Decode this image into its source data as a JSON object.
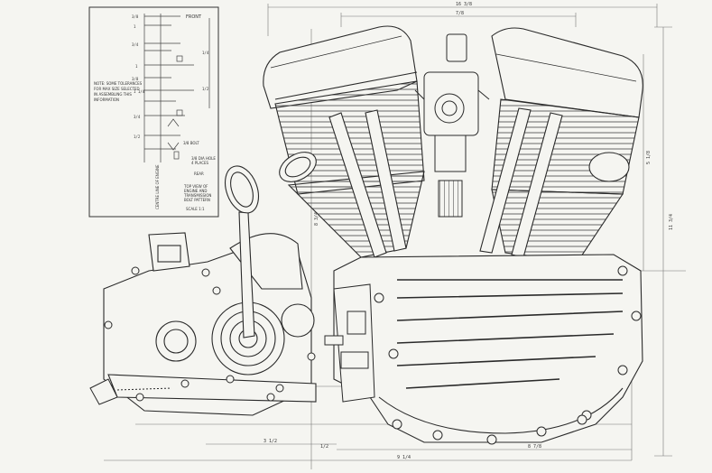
{
  "notes_box": {
    "heading": "FRONT",
    "note_text": [
      "NOTE: SOME TOLERANCES",
      "FOR MAX SIZE SELECTED",
      "IN ASSEMBLING THIS",
      "INFORMATION"
    ],
    "centerline_label": "CENTRE LINE OF ENGINE",
    "view_text": [
      "TOP VIEW OF",
      "ENGINE AND",
      "TRANSMISSION",
      "BOLT PATTERN"
    ],
    "scale": "SCALE 1:1",
    "rear": "REAR",
    "mount_text": "3/8 BOLT",
    "hole_text": [
      "3/8 DIA HOLE",
      "4 PLACES"
    ]
  },
  "colors": {
    "paper": "#f5f5f1",
    "ink": "#2a2a2a",
    "dim": "#777777"
  }
}
